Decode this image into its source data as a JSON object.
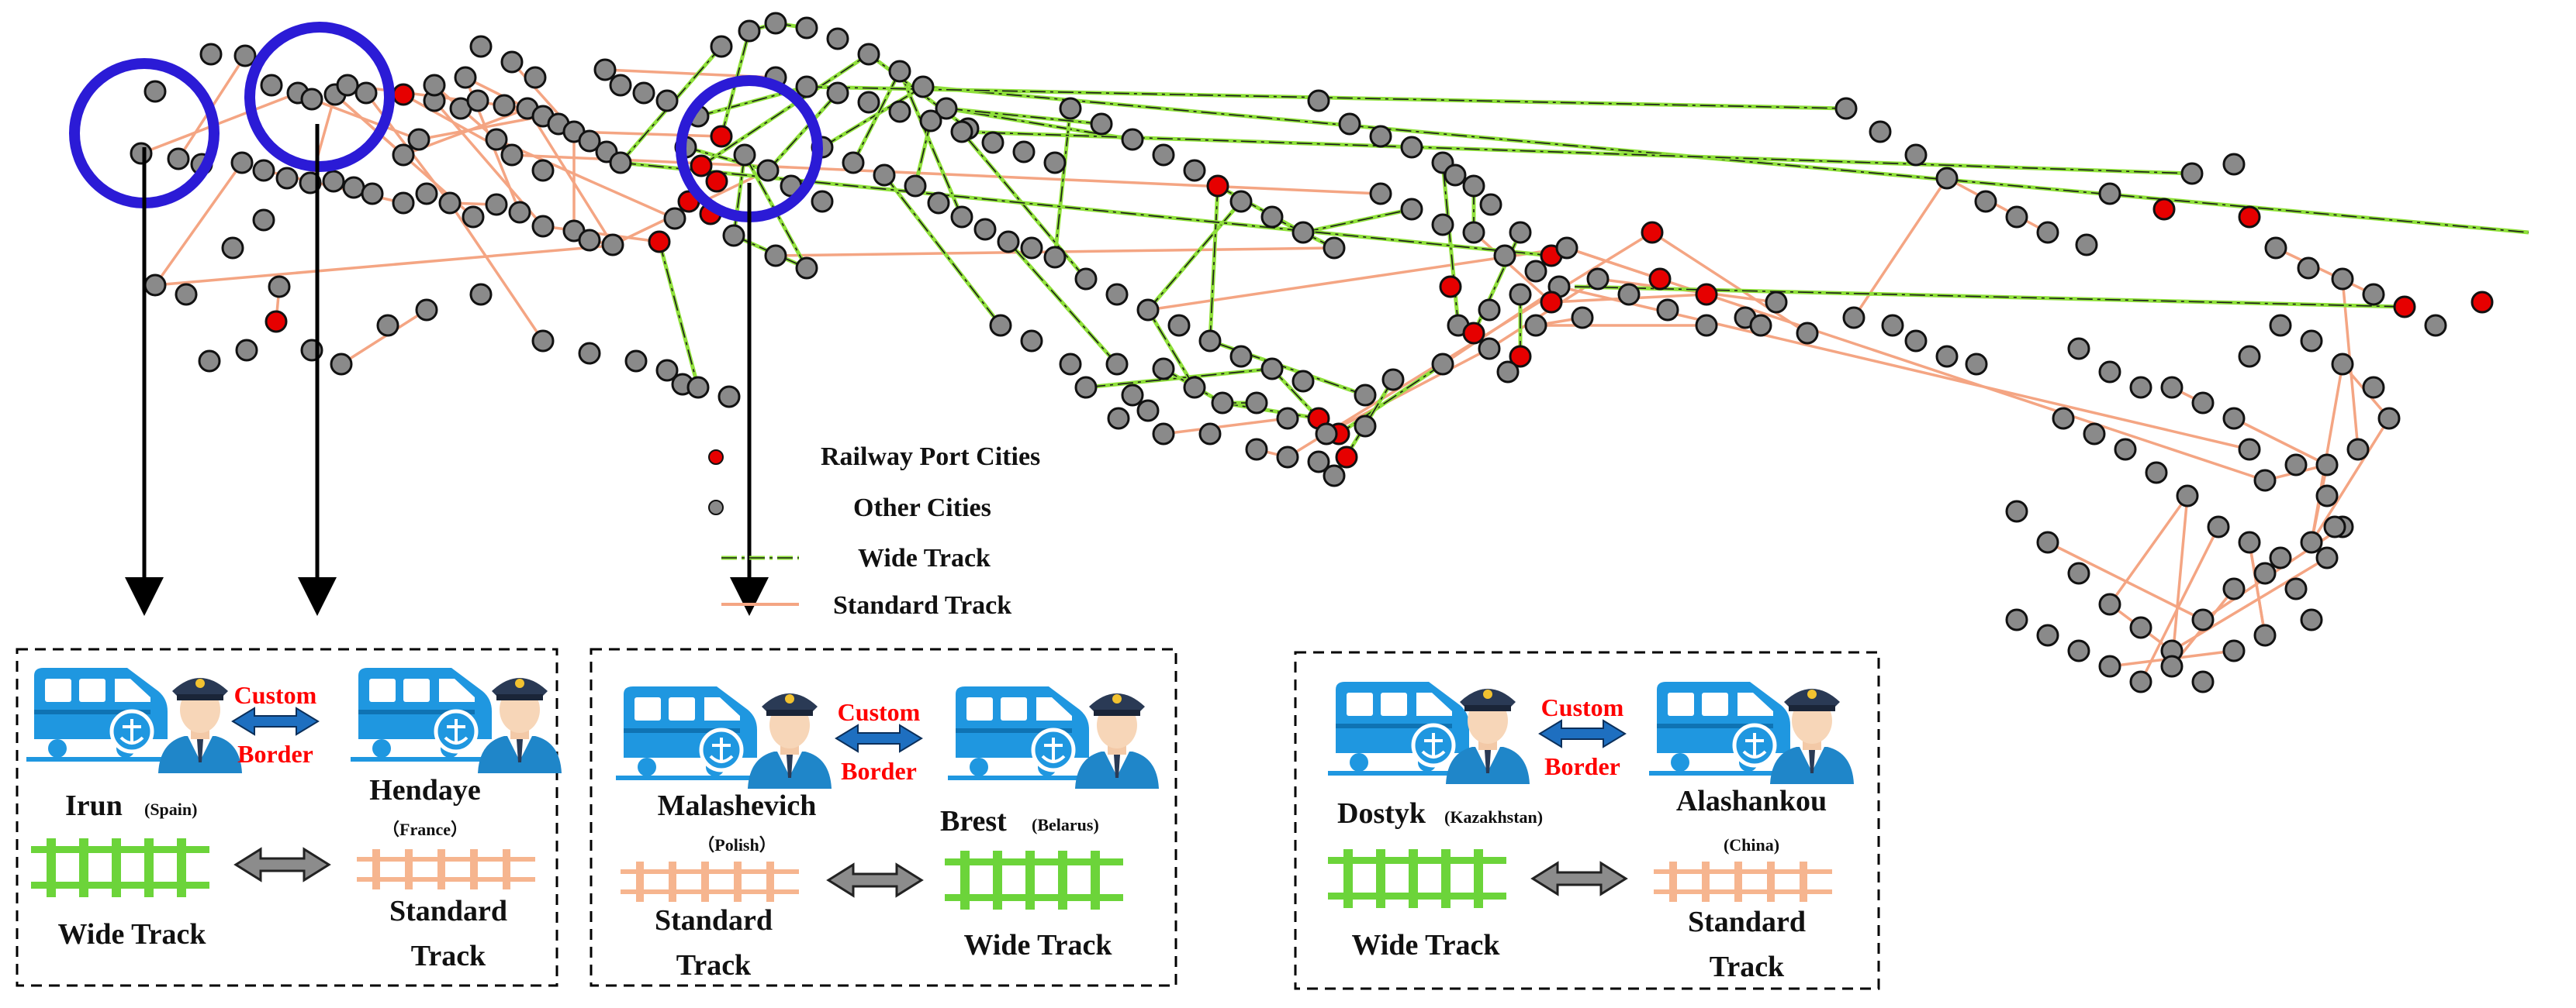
{
  "legend": {
    "items": [
      {
        "label": "Railway Port Cities",
        "kind": "port"
      },
      {
        "label": "Other Cities",
        "kind": "city"
      },
      {
        "label": "Wide Track",
        "kind": "wide"
      },
      {
        "label": "Standard Track",
        "kind": "standard"
      }
    ]
  },
  "colors": {
    "wide_track": "#8fe03a",
    "standard_track": "#f4a583",
    "port_city": "#e60000",
    "other_city": "#8a8a8a",
    "highlight_circle": "#2b1bd6",
    "train": "#1f97e0",
    "officer": "#1f86c9",
    "custom_label": "#ff0000",
    "arrow_blue": "#1e6fc0",
    "arrow_gray": "#8c8c8c"
  },
  "panels": [
    {
      "id": "spain-france",
      "custom": "Custom",
      "border": "Border",
      "left_city": "Irun",
      "left_country": "(Spain)",
      "right_city": "Hendaye",
      "right_country": "（France）",
      "left_track": "Wide Track",
      "right_track_line1": "Standard",
      "right_track_line2": "Track"
    },
    {
      "id": "poland-belarus",
      "custom": "Custom",
      "border": "Border",
      "left_city": "Malashevich",
      "left_country": "（Polish）",
      "right_city": "Brest",
      "right_country": "(Belarus)",
      "left_track_line1": "Standard",
      "left_track_line2": "Track",
      "right_track": "Wide Track"
    },
    {
      "id": "kazakhstan-china",
      "custom": "Custom",
      "border": "Border",
      "left_city": "Dostyk",
      "left_country": "(Kazakhstan)",
      "right_city": "Alashankou",
      "right_country": "(China)",
      "left_track": "Wide Track",
      "right_track_line1": "Standard",
      "right_track_line2": "Track"
    }
  ]
}
